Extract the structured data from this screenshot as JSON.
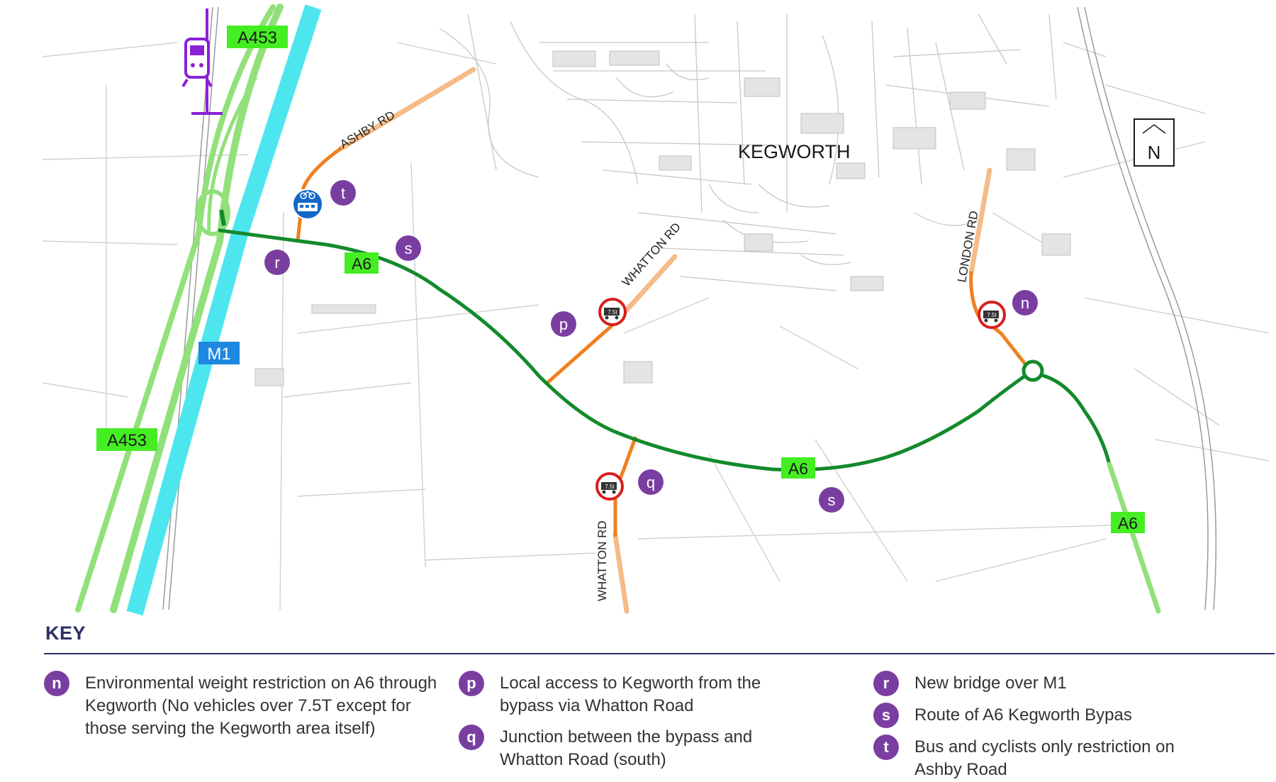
{
  "map": {
    "town_label": "KEGWORTH",
    "north_label": "N",
    "road_labels": {
      "a453_top": "A453",
      "a453_bottom": "A453",
      "m1": "M1",
      "a6_west": "A6",
      "a6_middle": "A6",
      "a6_east": "A6",
      "ashby_rd": "ASHBY RD",
      "whatton_rd_north": "WHATTON RD",
      "whatton_rd_south": "WHATTON RD",
      "london_rd": "LONDON RD"
    },
    "markers": {
      "n": "n",
      "p": "p",
      "q": "q",
      "r": "r",
      "s_west": "s",
      "s_east": "s",
      "t": "t"
    },
    "weight_sign_text": "7.5t",
    "colors": {
      "a6_bypass": "#138a2c",
      "a453": "#92e07a",
      "m1": "#4ee6ee",
      "local_access": "#f08020",
      "local_road": "#f5bb88",
      "marker": "#7a3ea1",
      "rail_icon": "#8a22d6",
      "label_bg": "#44ee22",
      "m1_label_bg": "#1e87e0"
    },
    "icons": [
      "train-station-icon",
      "bus-cycle-icon",
      "weight-restriction-icon",
      "north-arrow-icon",
      "roundabout-icon"
    ]
  },
  "key": {
    "title": "KEY",
    "items": [
      {
        "letter": "n",
        "text": "Environmental weight restriction on A6 through Kegworth (No vehicles over 7.5T except for those serving the Kegworth area itself)"
      },
      {
        "letter": "p",
        "text": "Local access to Kegworth from the bypass via Whatton Road"
      },
      {
        "letter": "q",
        "text": "Junction between the bypass and Whatton Road (south)"
      },
      {
        "letter": "r",
        "text": "New bridge over M1"
      },
      {
        "letter": "s",
        "text": "Route of A6 Kegworth Bypas"
      },
      {
        "letter": "t",
        "text": "Bus and cyclists only restriction on Ashby Road"
      }
    ]
  }
}
